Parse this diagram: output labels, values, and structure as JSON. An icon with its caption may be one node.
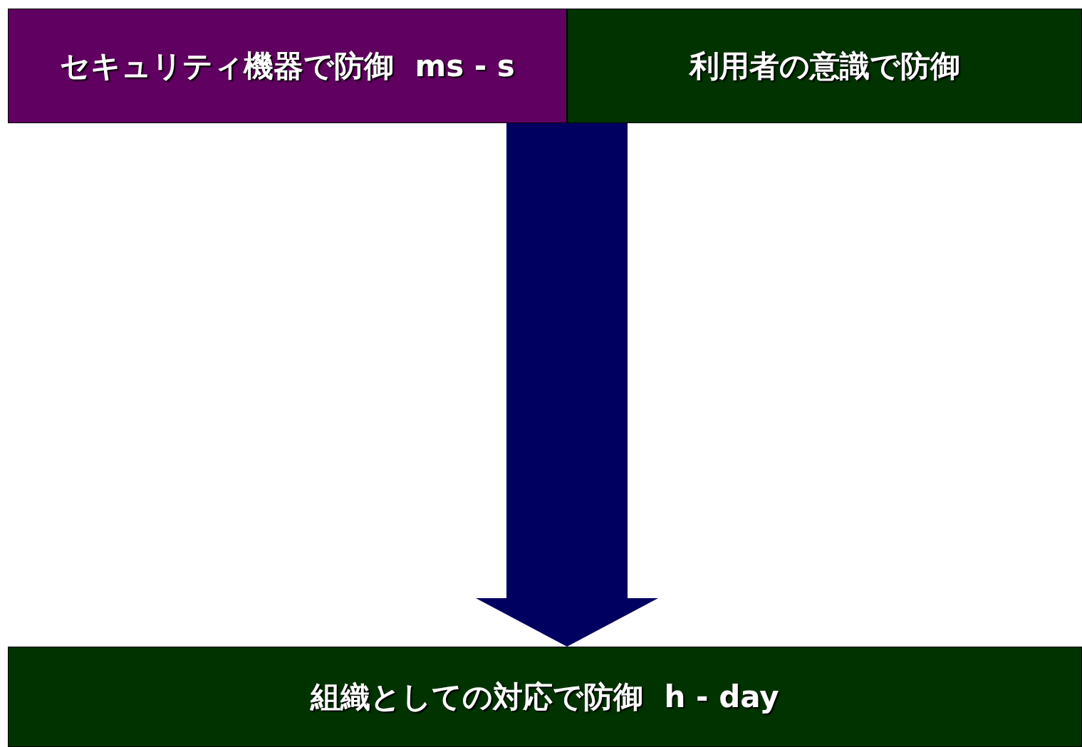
{
  "diagram": {
    "nodes": [
      {
        "text": [
          "セキュリティ機器で防御  ms - s"
        ]
      },
      {
        "text": [
          "利用者の意識で防御"
        ]
      },
      {
        "text": [
          "組織としての対応で防御  h - day"
        ]
      }
    ],
    "edges": [
      {
        "from": 0,
        "to": 2,
        "arrow": "to",
        "color": "#000060",
        "style": "thick"
      },
      {
        "from": 1,
        "to": 2,
        "arrow": "to",
        "color": "#000060",
        "style": "thick"
      }
    ]
  }
}
